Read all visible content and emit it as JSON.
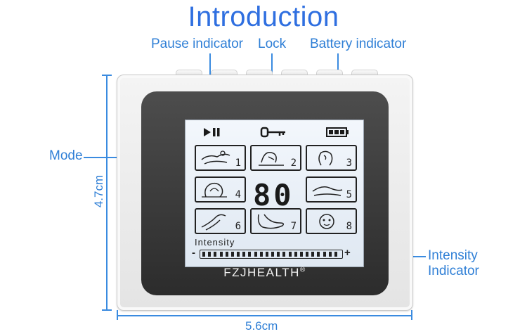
{
  "title": "Introduction",
  "callouts": {
    "pause": "Pause indicator",
    "lock": "Lock",
    "battery": "Battery indicator",
    "mode": "Mode",
    "intensity_line1": "Intensity",
    "intensity_line2": "Indicator"
  },
  "dimensions": {
    "height": "4.7cm",
    "width": "5.6cm"
  },
  "device": {
    "brand": "FZJHEALTH",
    "registered_mark": "®",
    "display_value": "80",
    "intensity_label": "Intensity",
    "minus": "-",
    "plus": "+",
    "intensity_segments": 24,
    "modes": [
      "1",
      "2",
      "3",
      "4",
      "5",
      "6",
      "7",
      "8"
    ]
  },
  "colors": {
    "accent": "#2f6fe0",
    "callout_text": "#2f7fd6",
    "bezel": "#3a3a3a",
    "lcd": "#e8eef6"
  }
}
